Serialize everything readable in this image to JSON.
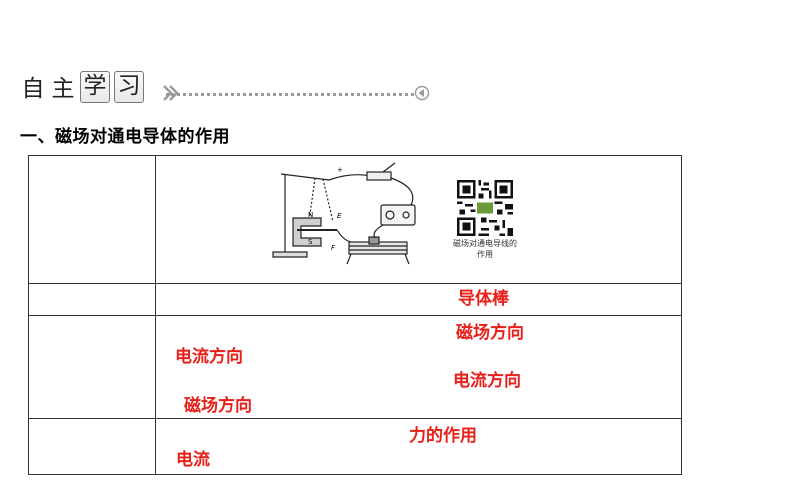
{
  "header": {
    "chars": [
      "自",
      "主",
      "学",
      "习"
    ]
  },
  "section": {
    "title": "一、磁场对通电导体的作用"
  },
  "qr": {
    "caption": "磁场对通电导线的作用"
  },
  "answers": {
    "row2": "导体棒",
    "row3_a": "磁场方向",
    "row3_b": "电流方向",
    "row3_c": "电流方向",
    "row3_d": "磁场方向",
    "row4_a": "力的作用",
    "row4_b": "电流"
  },
  "figure_labels": {
    "n": "N",
    "s": "S",
    "e": "E",
    "f": "F",
    "plus": "+"
  },
  "colors": {
    "answer": "#e8201a"
  }
}
